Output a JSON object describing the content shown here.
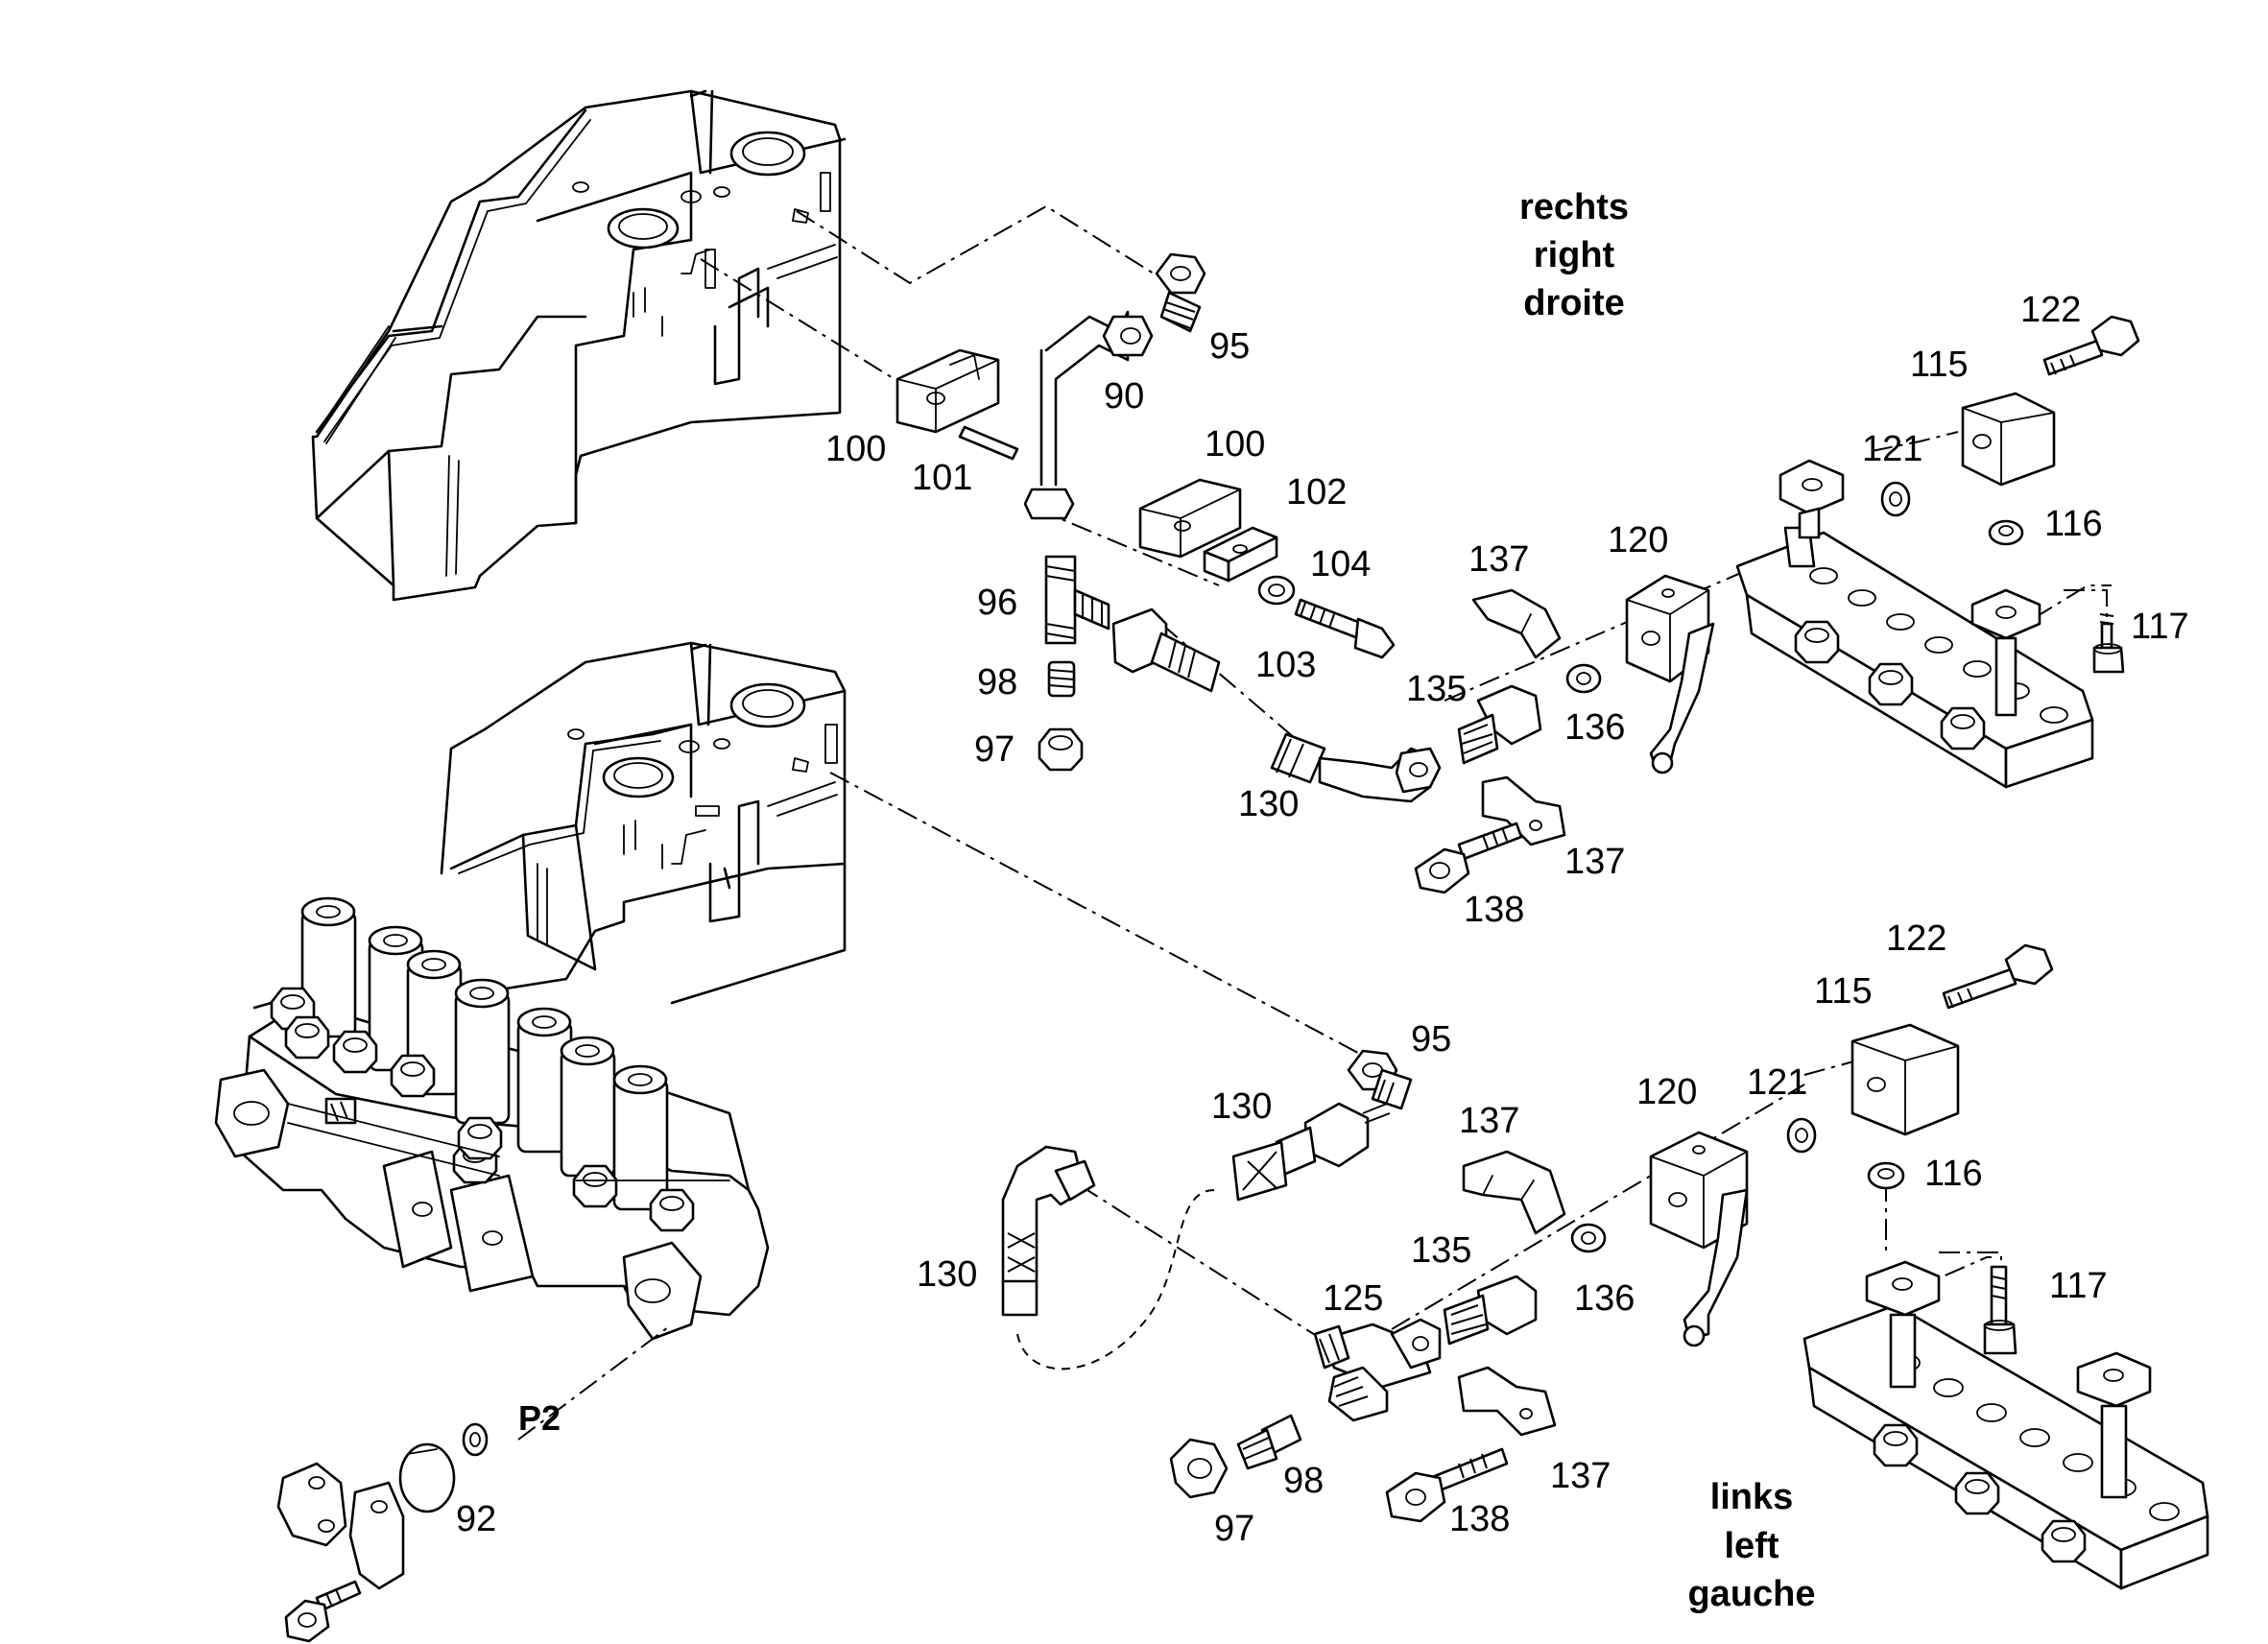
{
  "side_labels": {
    "right": [
      "rechts",
      "right",
      "droite"
    ],
    "left": [
      "links",
      "left",
      "gauche"
    ]
  },
  "callouts": {
    "c95a": "95",
    "c90": "90",
    "c100a": "100",
    "c101": "101",
    "c100b": "100",
    "c102": "102",
    "c104": "104",
    "c103": "103",
    "c96": "96",
    "c98a": "98",
    "c97a": "97",
    "c130a": "130",
    "c137a": "137",
    "c120a": "120",
    "c135a": "135",
    "c136a": "136",
    "c137b": "137",
    "c138a": "138",
    "c122a": "122",
    "c115a": "115",
    "c121a": "121",
    "c116a": "116",
    "c117a": "117",
    "c95b": "95",
    "c130b": "130",
    "c130c": "130",
    "c137c": "137",
    "c120b": "120",
    "c121b": "121",
    "c122b": "122",
    "c115b": "115",
    "c116b": "116",
    "c135b": "135",
    "c125": "125",
    "c136b": "136",
    "c117b": "117",
    "c137d": "137",
    "c138b": "138",
    "c98b": "98",
    "c97b": "97",
    "c92": "92",
    "cP2": "P2"
  }
}
